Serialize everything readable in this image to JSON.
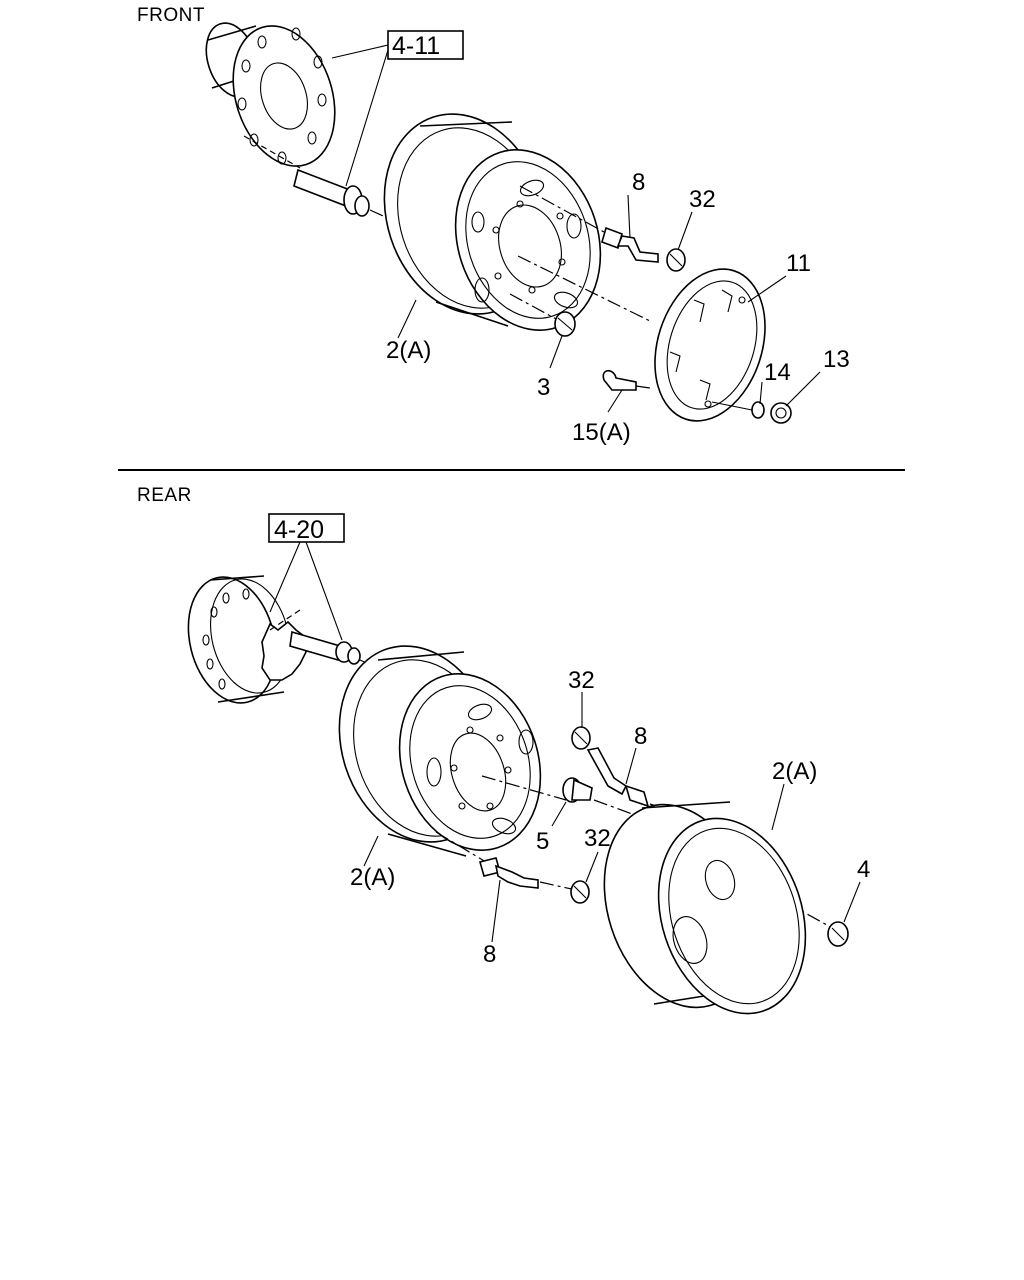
{
  "sections": {
    "front": "FRONT",
    "rear": "REAR"
  },
  "refs": {
    "front_hub": "4-11",
    "rear_hub": "4-20"
  },
  "front_callouts": {
    "valve": "8",
    "valve_cap": "32",
    "ornament": "11",
    "wheel": "2(A)",
    "nut": "3",
    "washer": "14",
    "ornament_nut": "13",
    "bolt": "15(A)"
  },
  "rear_callouts": {
    "valve_cap_top": "32",
    "valve_top": "8",
    "outer_wheel": "2(A)",
    "inner_nut": "5",
    "valve_cap_bottom": "32",
    "outer_nut": "4",
    "inner_wheel": "2(A)",
    "valve_bottom": "8"
  }
}
